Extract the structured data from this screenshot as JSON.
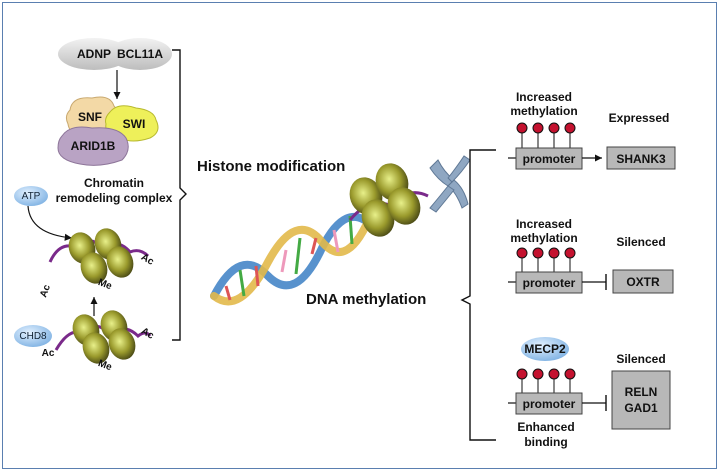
{
  "proteins": {
    "adnp": "ADNP",
    "bcl11a": "BCL11A",
    "snf": "SNF",
    "swi": "SWI",
    "arid1b": "ARID1B",
    "atp": "ATP",
    "chd8": "CHD8",
    "mecp2": "MECP2"
  },
  "complex_label": {
    "line1": "Chromatin",
    "line2": "remodeling complex"
  },
  "marks": {
    "ac": "Ac",
    "me": "Me"
  },
  "histone_modification": "Histone modification",
  "dna_methylation": "DNA methylation",
  "genes": {
    "top": {
      "annot1": "Increased",
      "annot2": "methylation",
      "promoter": "promoter",
      "gene": "SHANK3",
      "status": "Expressed"
    },
    "mid": {
      "annot1": "Increased",
      "annot2": "methylation",
      "promoter": "promoter",
      "gene": "OXTR",
      "status": "Silenced"
    },
    "bot": {
      "promoter": "promoter",
      "gene1": "RELN",
      "gene2": "GAD1",
      "status": "Silenced",
      "note1": "Enhanced",
      "note2": "binding"
    }
  },
  "colors": {
    "border": "#5a7fb0",
    "snf": "#f3d9a6",
    "swi": "#eef05a",
    "arid1b": "#b9a3c4",
    "ellipse_gray": "#d9d9d9",
    "blue_bubble": "#9ec8ee",
    "nucleosome": "#7a7a26",
    "dna_purple": "#7a2a8a",
    "methyl_red": "#c4122f",
    "promoter_box": "#b8b8b8",
    "chromosome": "#8fa7c2"
  }
}
